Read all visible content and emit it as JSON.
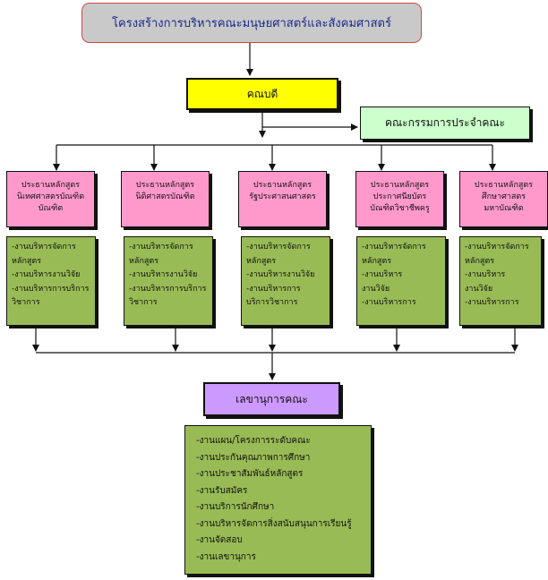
{
  "title": "โครงสร้างการบริหารคณะมนุษยศาสตร์และสังคมศาสตร์",
  "dean": "คณบดี",
  "committee": "คณะกรรมการประจำคณะ",
  "programs": [
    {
      "head": [
        "ประธานหลักสูตร",
        "นิเทศศาสตรบัณฑิต",
        "บัณฑิต"
      ],
      "tasks": [
        "-งานบริหารจัดการ",
        "หลักสูตร",
        "-งานบริหารงานวิจัย",
        "-งานบริหารการบริการ",
        "วิชาการ"
      ]
    },
    {
      "head": [
        "ประธานหลักสูตร",
        "นิติศาสตรบัณฑิต"
      ],
      "tasks": [
        "-งานบริหารจัดการ",
        "หลักสูตร",
        "-งานบริหารงานวิจัย",
        "-งานบริหารการบริการ",
        "วิชาการ"
      ]
    },
    {
      "head": [
        "ประธานหลักสูตร",
        "รัฐประศาสนศาสตร"
      ],
      "tasks": [
        "-งานบริหารจัดการ",
        "หลักสูตร",
        "-งานบริหารงานวิจัย",
        "-งานบริหารการ",
        "บริการวิชาการ"
      ]
    },
    {
      "head": [
        "ประธานหลักสูตร",
        "ประกาศนียบัตร",
        "บัณฑิตวิชาชีพครู"
      ],
      "tasks": [
        "-งานบริหารจัดการ",
        "หลักสูตร",
        "-งานบริหาร",
        "งานวิจัย",
        "-งานบริหารการ"
      ]
    },
    {
      "head": [
        "ประธานหลักสูตร",
        "ศึกษาศาสตร",
        "มหาบัณฑิต"
      ],
      "tasks": [
        "-งานบริหารจัดการ",
        "หลักสูตร",
        "-งานบริหาร",
        "งานวิจัย",
        "-งานบริหารการ"
      ]
    }
  ],
  "secretary": "เลขานุการคณะ",
  "secretary_tasks": [
    "-งานแผน/โครงการระดับคณะ",
    "-งานประกันคุณภาพการศึกษา",
    "-งานประชาสัมพันธ์หลักสูตร",
    "-งานรับสมัคร",
    "-งานบริการนักศึกษา",
    "-งานบริหารจัดการสิ่งสนับสนุนการเรียนรู้",
    "-งานจัดสอบ",
    "-งานเลขานุการ"
  ],
  "colors": {
    "title_bg": "#c9c9c9",
    "title_border": "#d24747",
    "title_text": "#1a2a8a",
    "dean_bg": "#ffff00",
    "committee_bg": "#ccffcc",
    "program_bg": "#ff99cc",
    "work_bg": "#99bb55",
    "secretary_bg": "#cc99ff"
  }
}
